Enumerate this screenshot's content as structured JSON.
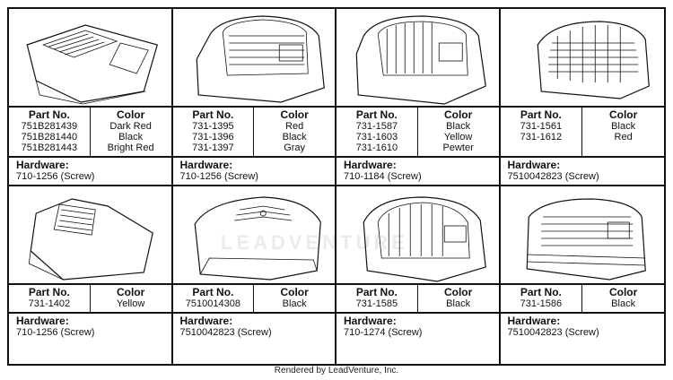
{
  "labels": {
    "part_no": "Part No.",
    "color": "Color",
    "hardware": "Hardware:"
  },
  "cells": [
    {
      "parts": [
        "751B281439",
        "751B281440",
        "751B281443"
      ],
      "colors": [
        "Dark Red",
        "Black",
        "Bright Red"
      ],
      "hardware": "710-1256 (Screw)"
    },
    {
      "parts": [
        "731-1395",
        "731-1396",
        "731-1397"
      ],
      "colors": [
        "Red",
        "Black",
        "Gray"
      ],
      "hardware": "710-1256 (Screw)"
    },
    {
      "parts": [
        "731-1587",
        "731-1603",
        "731-1610"
      ],
      "colors": [
        "Black",
        "Yellow",
        "Pewter"
      ],
      "hardware": "710-1184 (Screw)"
    },
    {
      "parts": [
        "731-1561",
        "731-1612"
      ],
      "colors": [
        "Black",
        "Red"
      ],
      "hardware": "7510042823 (Screw)"
    },
    {
      "parts": [
        "731-1402"
      ],
      "colors": [
        "Yellow"
      ],
      "hardware": "710-1256 (Screw)"
    },
    {
      "parts": [
        "7510014308"
      ],
      "colors": [
        "Black"
      ],
      "hardware": "7510042823 (Screw)"
    },
    {
      "parts": [
        "731-1585"
      ],
      "colors": [
        "Black"
      ],
      "hardware": "710-1274 (Screw)"
    },
    {
      "parts": [
        "731-1586"
      ],
      "colors": [
        "Black"
      ],
      "hardware": "7510042823 (Screw)"
    }
  ],
  "watermark": "LEADVENTURE",
  "footer": "Rendered by LeadVenture, Inc."
}
